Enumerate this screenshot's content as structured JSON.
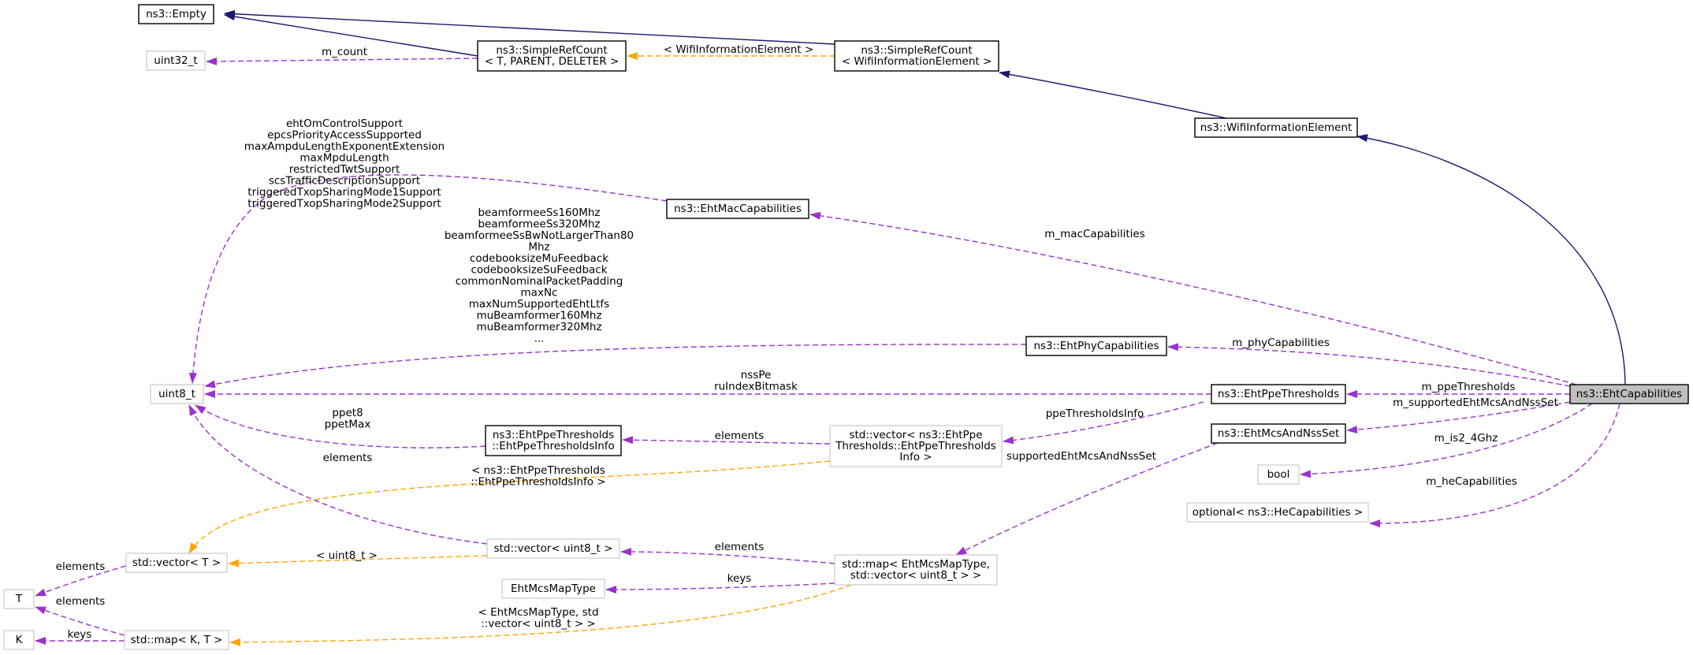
{
  "colors": {
    "inherit": "#191970",
    "usage": "#9a32cd",
    "template": "#ffa500",
    "box_border_strong": "#000000",
    "box_border_weak": "#bfbfbf",
    "focus_fill": "#bfbfbf"
  },
  "nodes": {
    "empty": [
      "ns3::Empty"
    ],
    "simplerefcount_t": [
      "ns3::SimpleRefCount",
      "< T, PARENT, DELETER >"
    ],
    "simplerefcount_wie": [
      "ns3::SimpleRefCount",
      "< WifiInformationElement >"
    ],
    "uint32": [
      "uint32_t"
    ],
    "wie": [
      "ns3::WifiInformationElement"
    ],
    "macCap": [
      "ns3::EhtMacCapabilities"
    ],
    "phyCap": [
      "ns3::EhtPhyCapabilities"
    ],
    "uint8": [
      "uint8_t"
    ],
    "ppeThr": [
      "ns3::EhtPpeThresholds"
    ],
    "ehtCap": [
      "ns3::EhtCapabilities"
    ],
    "mcsNss": [
      "ns3::EhtMcsAndNssSet"
    ],
    "ppeInfo": [
      "ns3::EhtPpeThresholds",
      "::EhtPpeThresholdsInfo"
    ],
    "vecPpe": [
      "std::vector< ns3::EhtPpe",
      "Thresholds::EhtPpeThresholds",
      "Info >"
    ],
    "bool": [
      "bool"
    ],
    "optHe": [
      "optional< ns3::HeCapabilities >"
    ],
    "vecT": [
      "std::vector< T >"
    ],
    "vecU8": [
      "std::vector< uint8_t >"
    ],
    "mapMcs": [
      "std::map< EhtMcsMapType,",
      "std::vector< uint8_t > >"
    ],
    "T": [
      "T"
    ],
    "mcsMapType": [
      "EhtMcsMapType"
    ],
    "K": [
      "K"
    ],
    "mapKT": [
      "std::map< K, T >"
    ]
  },
  "edge_labels": {
    "m_count": [
      "m_count"
    ],
    "wie_tmpl": [
      "< WifiInformationElement >"
    ],
    "mac_fields": [
      "ehtOmControlSupport",
      "epcsPriorityAccessSupported",
      "maxAmpduLengthExponentExtension",
      "maxMpduLength",
      "restrictedTwtSupport",
      "scsTrafficDescriptionSupport",
      "triggeredTxopSharingMode1Support",
      "triggeredTxopSharingMode2Support"
    ],
    "phy_fields": [
      "beamformeeSs160Mhz",
      "beamformeeSs320Mhz",
      "beamformeeSsBwNotLargerThan80",
      "Mhz",
      "codebooksizeMuFeedback",
      "codebooksizeSuFeedback",
      "commonNominalPacketPadding",
      "maxNc",
      "maxNumSupportedEhtLtfs",
      "muBeamformer160Mhz",
      "muBeamformer320Mhz",
      "..."
    ],
    "ppe_fields": [
      "nssPe",
      "ruIndexBitmask"
    ],
    "info_fields": [
      "ppet8",
      "ppetMax"
    ],
    "u8_elements": [
      "elements"
    ],
    "m_macCapabilities": [
      "m_macCapabilities"
    ],
    "m_phyCapabilities": [
      "m_phyCapabilities"
    ],
    "m_ppeThresholds": [
      "m_ppeThresholds"
    ],
    "m_supportedEhtMcsAndNssSet": [
      "m_supportedEhtMcsAndNssSet"
    ],
    "m_is2_4Ghz": [
      "m_is2_4Ghz"
    ],
    "m_heCapabilities": [
      "m_heCapabilities"
    ],
    "ppeThresholdsInfo": [
      "ppeThresholdsInfo"
    ],
    "supportedEhtMcsAndNssSet": [
      "supportedEhtMcsAndNssSet"
    ],
    "vecppe_elements": [
      "elements"
    ],
    "vecppe_tmpl": [
      "< ns3::EhtPpeThresholds",
      "::EhtPpeThresholdsInfo >"
    ],
    "u8_tmpl": [
      "< uint8_t >"
    ],
    "vecu8_elements": [
      "elements"
    ],
    "keys_map": [
      "keys"
    ],
    "T_elements_vec": [
      "elements"
    ],
    "T_elements_map": [
      "elements"
    ],
    "K_keys": [
      "keys"
    ],
    "map_tmpl": [
      "< EhtMcsMapType, std",
      "::vector< uint8_t > >"
    ]
  }
}
